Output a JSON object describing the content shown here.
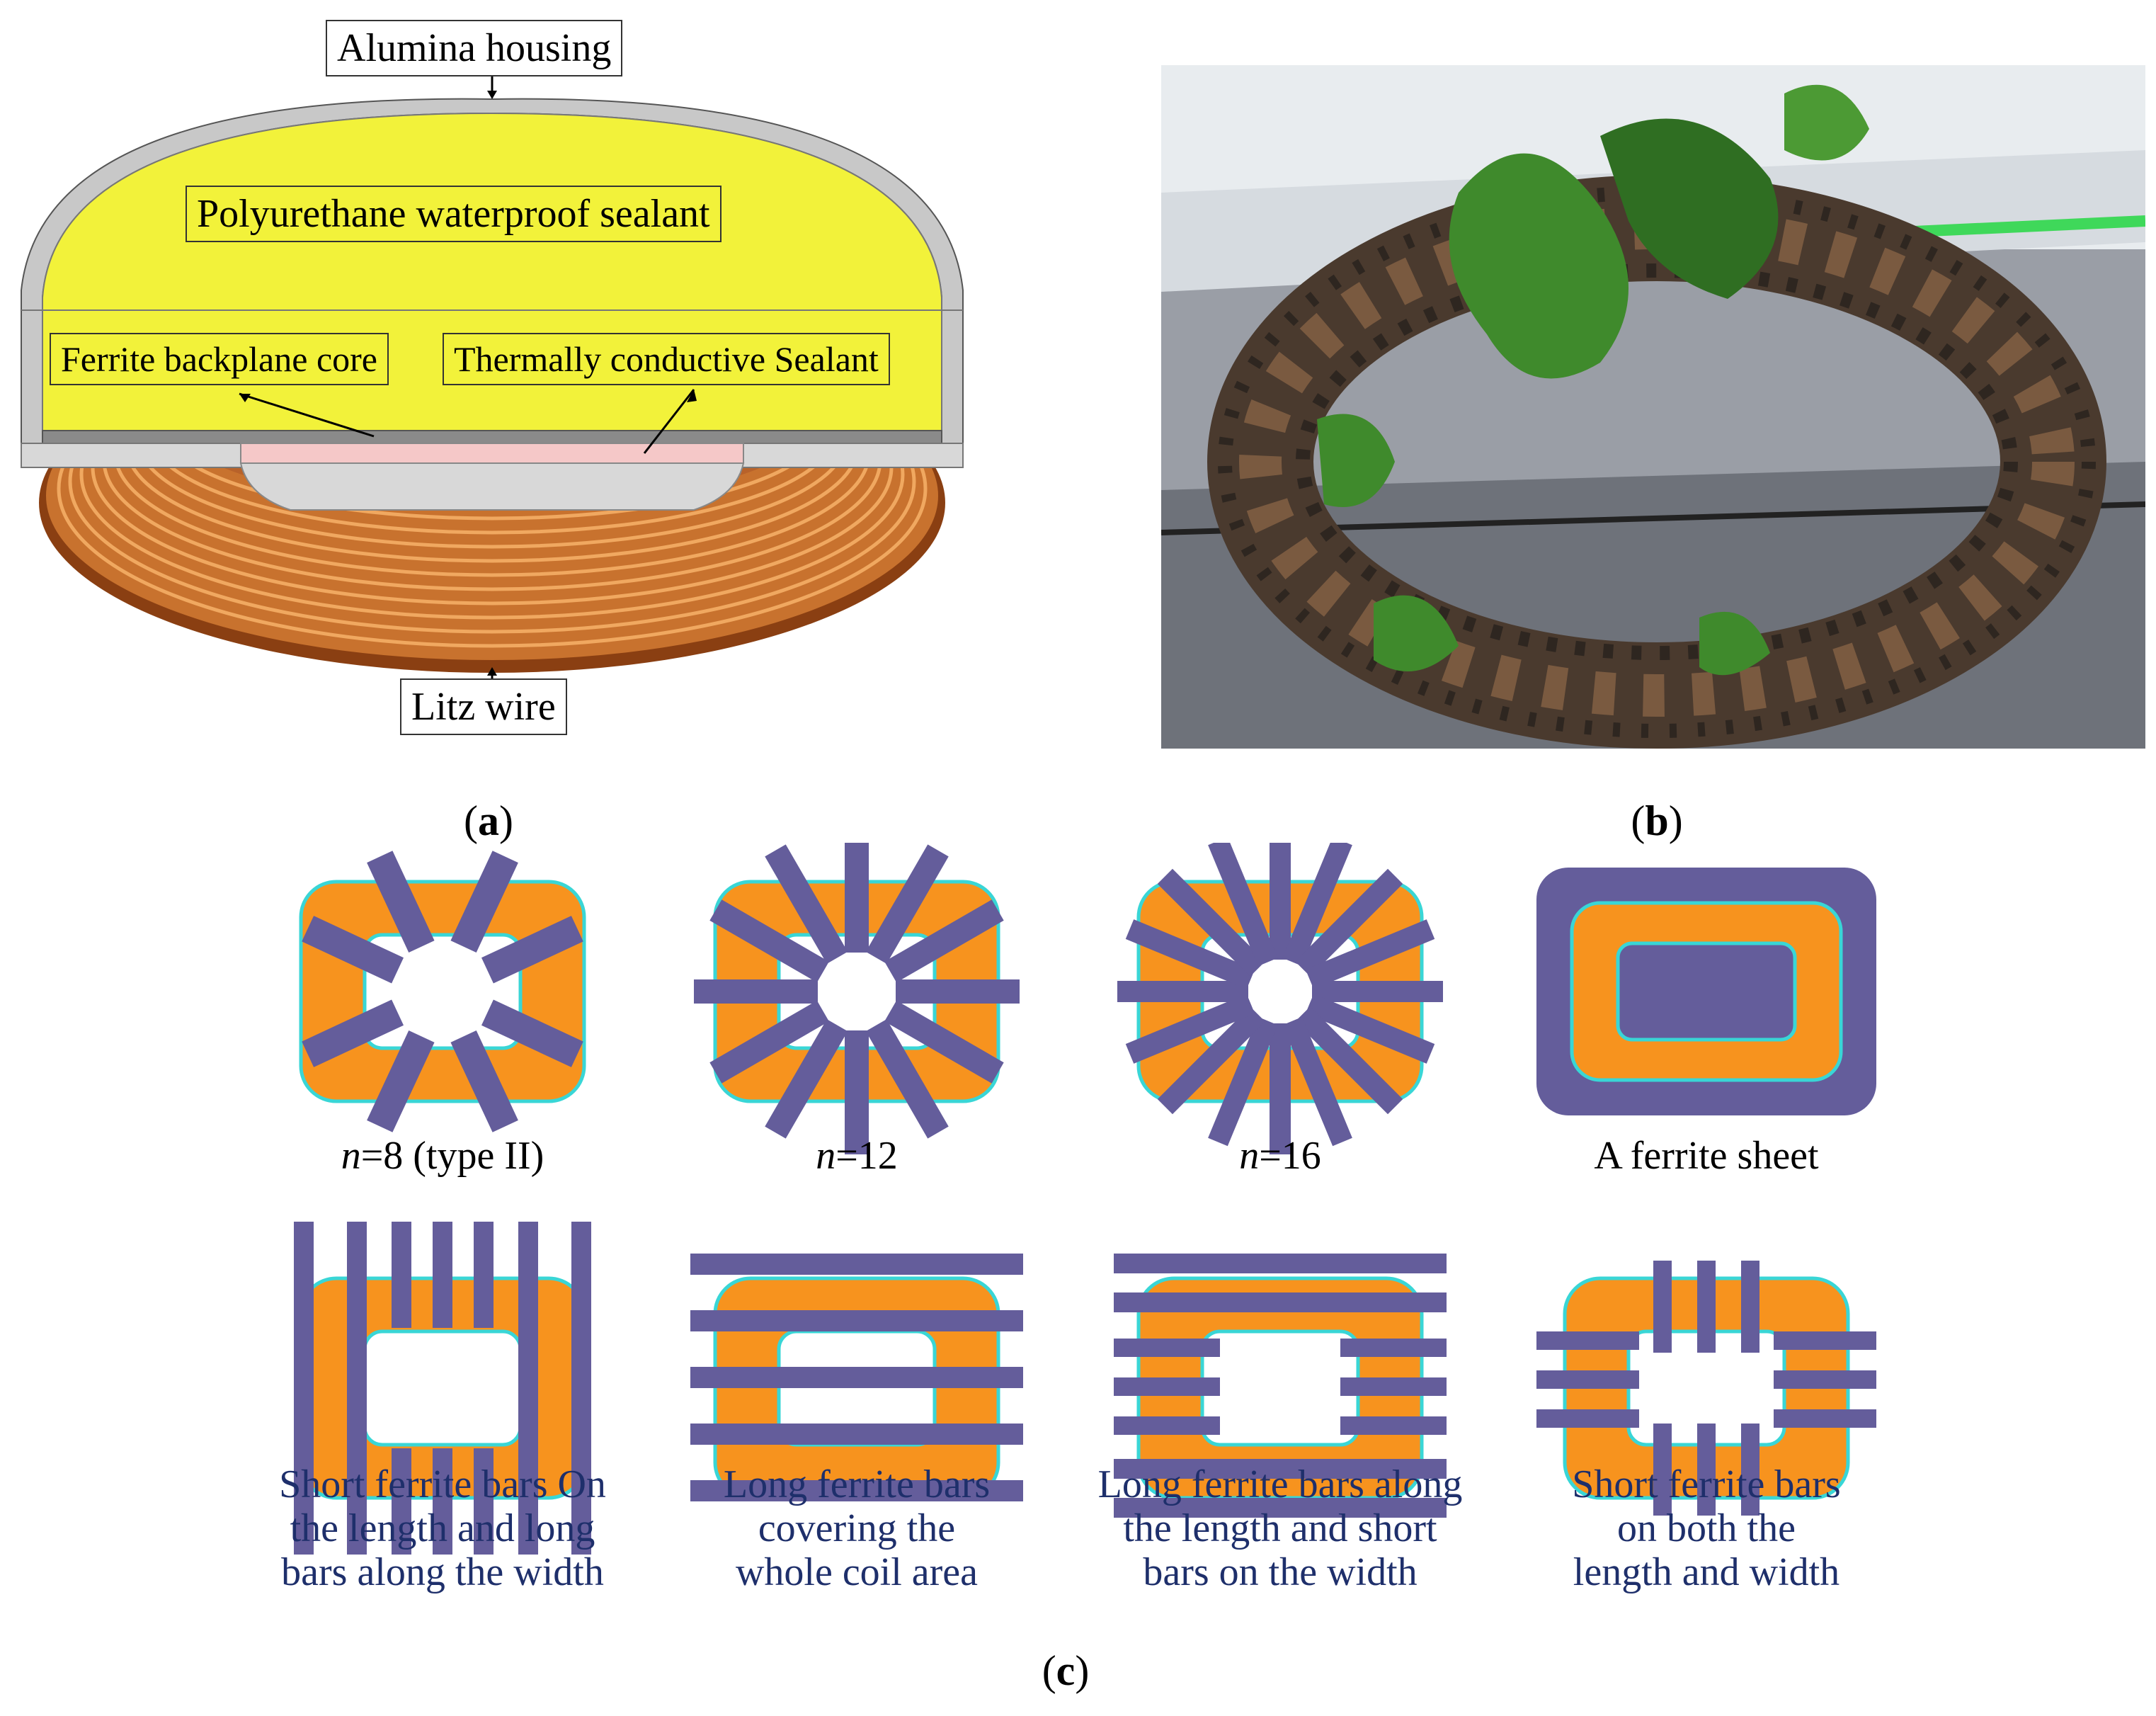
{
  "panel_a": {
    "labels": {
      "alumina_housing": "Alumina housing",
      "polyurethane": "Polyurethane waterproof sealant",
      "ferrite_backplane": "Ferrite backplane core",
      "thermal_sealant": "Thermally conductive Sealant",
      "litz_wire": "Litz wire"
    },
    "caption": "a"
  },
  "panel_b": {
    "caption": "b"
  },
  "panel_c": {
    "caption": "c",
    "row1": [
      {
        "n_var": "n",
        "n_rest": "=8 (type II)"
      },
      {
        "n_var": "n",
        "n_rest": "=12"
      },
      {
        "n_var": "n",
        "n_rest": "=16"
      },
      {
        "label": "A ferrite sheet"
      }
    ],
    "row2": [
      {
        "lines": [
          "Short ferrite bars On",
          "the length and long",
          "bars along the width"
        ]
      },
      {
        "lines": [
          "Long ferrite bars",
          "covering the",
          "whole coil area"
        ]
      },
      {
        "lines": [
          "Long ferrite bars along",
          "the length and short",
          "bars on the width"
        ]
      },
      {
        "lines": [
          "Short ferrite bars",
          "on both the",
          "length and width"
        ]
      }
    ]
  },
  "colors": {
    "sealant_yellow": "#f2f23a",
    "housing_gray": "#c8c8c8",
    "copper": "#c8722e",
    "coil_orange": "#f7931e",
    "ferrite_purple": "#645d9b",
    "edge_cyan": "#39d6d6",
    "caption_navy": "#1e2f6b"
  }
}
